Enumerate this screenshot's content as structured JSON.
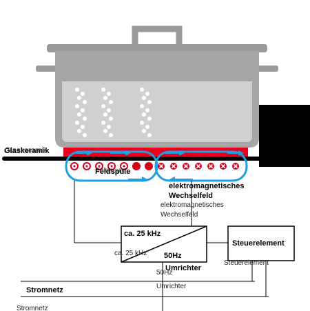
{
  "labels": {
    "glaskeramik": "Glaskeramik",
    "feldspule": "Feldspule",
    "feld_line1": "elektromagnetisches",
    "feld_line2": "Wechselfeld",
    "feld_small_line1": "elektromagnetisches",
    "feld_small_line2": "Wechselfeld",
    "freq_high": "ca. 25 kHz",
    "freq_high_small": "ca. 25 kHz",
    "freq_low": "50Hz",
    "freq_low_small": "50Hz",
    "umrichter": "Umrichter",
    "umrichter_small": "Umrichter",
    "steuerelement": "Steuerelement",
    "steuerelement_small": "Steuerelement",
    "stromnetz": "Stromnetz",
    "stromnetz_small": "Stromnetz"
  },
  "colors": {
    "pot_gray": "#a6a6a6",
    "pot_rim": "#9a9a9a",
    "water": "#cfcfcf",
    "heat_red": "#e8001c",
    "field_blue": "#1ea0e0",
    "plate_black": "#000000",
    "coil_red": "#d4001a"
  },
  "coil_left": [
    "open",
    "open",
    "open",
    "open",
    "open",
    "filled",
    "filled"
  ],
  "coil_right": [
    "x",
    "x",
    "x",
    "x",
    "x",
    "x",
    "x"
  ]
}
